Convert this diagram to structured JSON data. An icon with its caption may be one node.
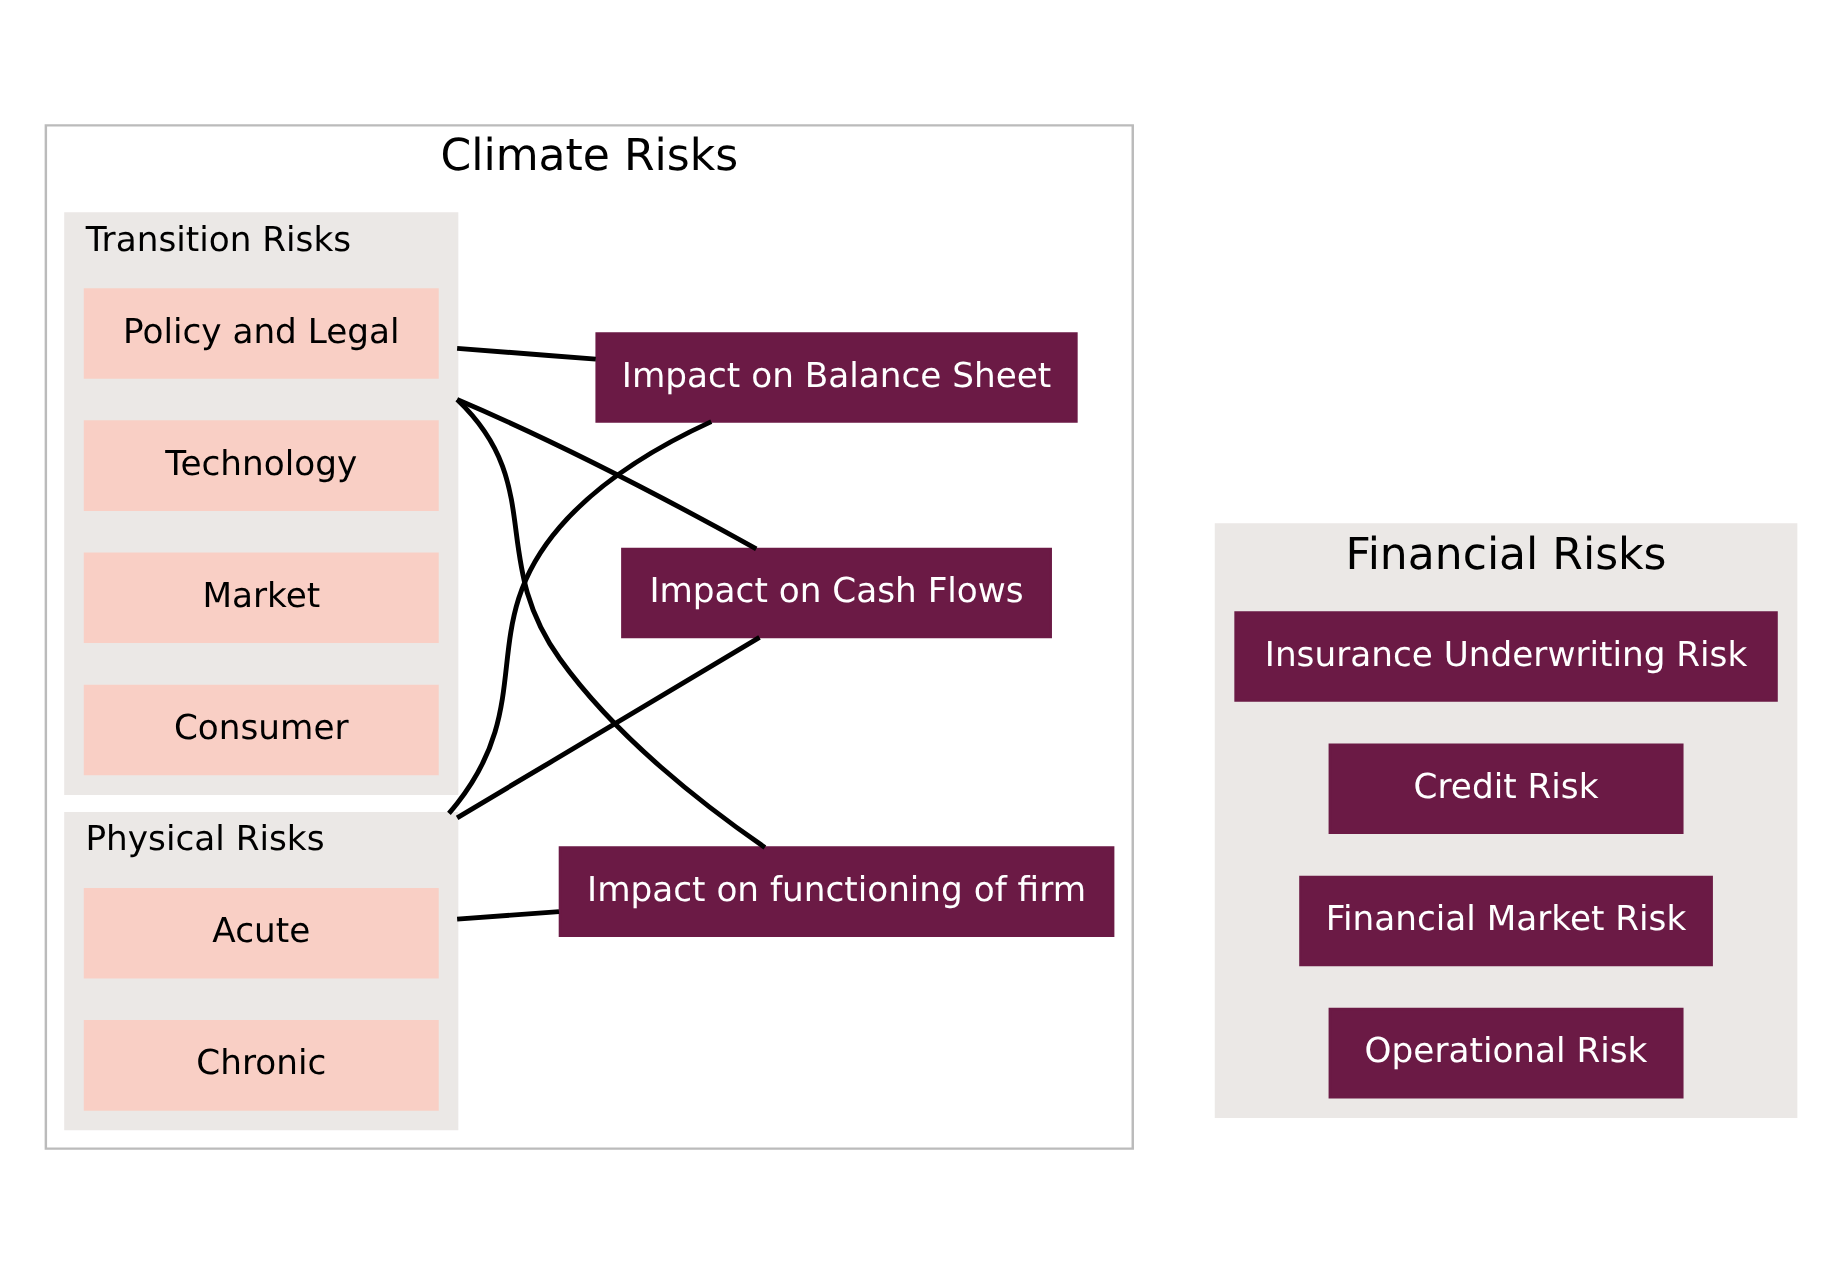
{
  "diagram": {
    "nodes": [
      {
        "text": [
          "Climate Risks"
        ]
      },
      {
        "text": [
          "Transition Risks"
        ],
        "in": 0
      },
      {
        "text": [
          "Policy and Legal"
        ],
        "in": 1
      },
      {
        "text": [
          "Technology"
        ],
        "in": 1
      },
      {
        "text": [
          "Market"
        ],
        "in": 1
      },
      {
        "text": [
          "Consumer"
        ],
        "in": 1
      },
      {
        "text": [
          "Physical Risks"
        ],
        "in": 0
      },
      {
        "text": [
          "Acute"
        ],
        "in": 6
      },
      {
        "text": [
          "Chronic"
        ],
        "in": 6
      },
      {
        "text": [
          "Impact on Cash Flows"
        ],
        "in": 0
      },
      {
        "text": [
          "Impact on Balance Sheet"
        ],
        "in": 0
      },
      {
        "text": [
          "Impact on functioning of firm"
        ],
        "in": 0
      },
      {
        "text": [
          "Financial Risks"
        ]
      },
      {
        "text": [
          "Insurance Underwriting Risk"
        ],
        "in": 12
      },
      {
        "text": [
          "Credit Risk"
        ],
        "in": 12
      },
      {
        "text": [
          "Financial Market Risk"
        ],
        "in": 12
      },
      {
        "text": [
          "Operational Risk"
        ],
        "in": 12
      }
    ],
    "edges": [
      {
        "from": 1,
        "to": 9,
        "arrow": "none"
      },
      {
        "from": 1,
        "to": 10,
        "arrow": "none"
      },
      {
        "from": 1,
        "to": 11,
        "arrow": "none"
      },
      {
        "from": 6,
        "to": 9,
        "arrow": "none"
      },
      {
        "from": 6,
        "to": 10,
        "arrow": "none"
      },
      {
        "from": 6,
        "to": 11,
        "arrow": "none"
      }
    ]
  }
}
